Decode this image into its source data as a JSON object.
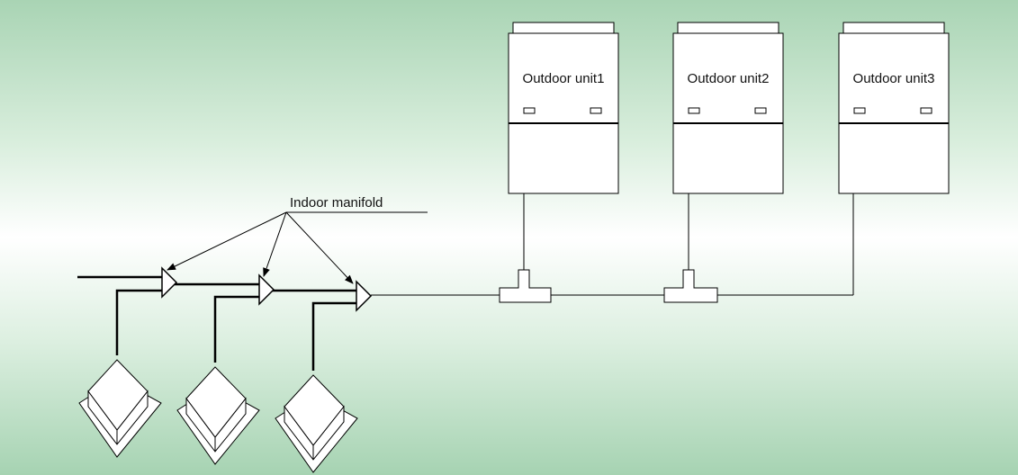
{
  "labels": {
    "manifold": "Indoor manifold"
  },
  "outdoor_units": [
    {
      "label": "Outdoor unit1"
    },
    {
      "label": "Outdoor unit2"
    },
    {
      "label": "Outdoor unit3"
    }
  ],
  "colors": {
    "background_top": "#a9d4b4",
    "background_middle": "#ffffff",
    "background_bottom": "#a6d3b2",
    "unit_fill": "#ffffff",
    "line": "#000000"
  }
}
